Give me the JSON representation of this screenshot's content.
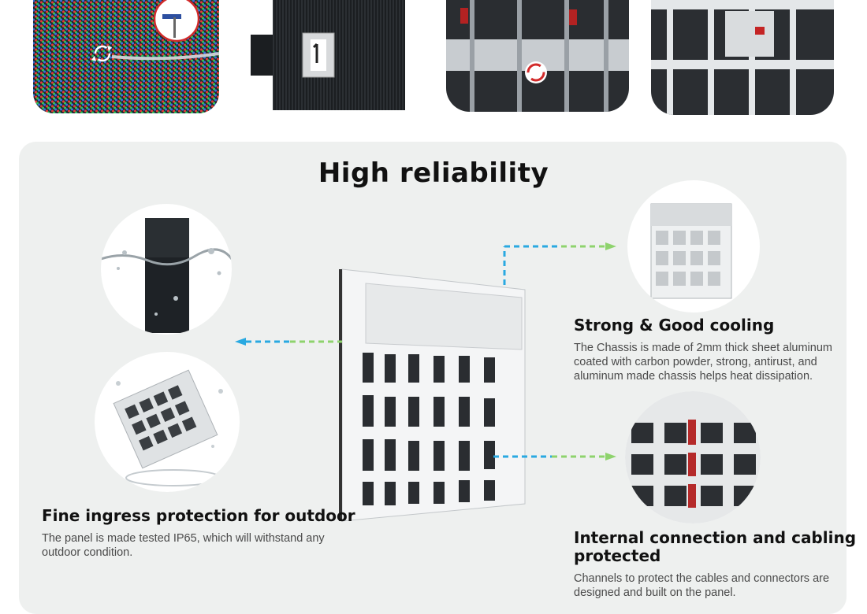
{
  "title": "High reliability",
  "features": [
    {
      "heading": "Fine ingress protection for outdoor",
      "body": "The panel is made tested IP65, which will withstand any outdoor condition."
    },
    {
      "heading": "Strong & Good cooling",
      "body": "The Chassis is made of 2mm thick sheet aluminum coated with carbon powder, strong, antirust, and aluminum made chassis helps heat dissipation."
    },
    {
      "heading": "Internal connection and cabling protected",
      "body": "Channels to protect the cables and connectors are designed and built on the panel."
    }
  ],
  "icons": {
    "rotate": "rotate-arrows-icon",
    "screwdriver": "screwdriver-icon",
    "lock": "rotation-lock-icon"
  },
  "colors": {
    "card_bg": "#eef0ef",
    "arrow_blue": "#29a9e1",
    "arrow_green": "#8ed36d"
  }
}
